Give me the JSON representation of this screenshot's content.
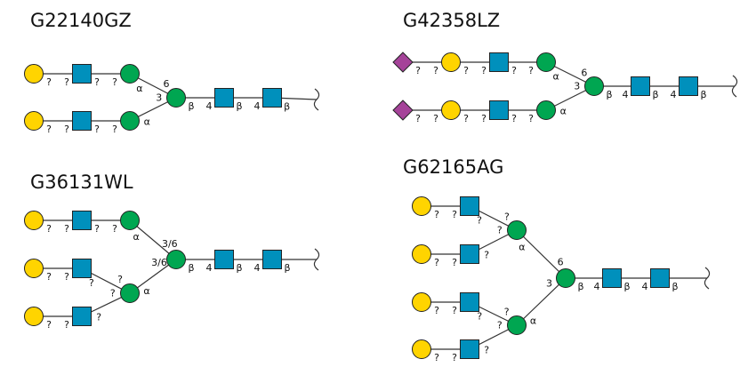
{
  "colors": {
    "galactose": "#FFD400",
    "n_acetylglucosamine": "#0090BC",
    "mannose": "#00A651",
    "sialic_acid": "#A54399"
  },
  "glycans": [
    {
      "id": "G22140GZ",
      "nodes": [
        {
          "k": "a",
          "t": "galactose"
        },
        {
          "k": "b",
          "t": "n_acetylglucosamine"
        },
        {
          "k": "c",
          "t": "mannose"
        },
        {
          "k": "d",
          "t": "galactose"
        },
        {
          "k": "e",
          "t": "n_acetylglucosamine"
        },
        {
          "k": "f",
          "t": "mannose"
        },
        {
          "k": "g",
          "t": "mannose"
        },
        {
          "k": "h",
          "t": "n_acetylglucosamine"
        },
        {
          "k": "i",
          "t": "n_acetylglucosamine"
        }
      ],
      "edges": [
        {
          "from": "a",
          "to": "b",
          "labels": [
            "?",
            "?"
          ]
        },
        {
          "from": "b",
          "to": "c",
          "labels": [
            "?",
            "?"
          ]
        },
        {
          "from": "d",
          "to": "e",
          "labels": [
            "?",
            "?"
          ]
        },
        {
          "from": "e",
          "to": "f",
          "labels": [
            "?",
            "?"
          ]
        },
        {
          "from": "c",
          "to": "g",
          "labels": [
            "α",
            "6"
          ]
        },
        {
          "from": "f",
          "to": "g",
          "labels": [
            "α",
            "3"
          ]
        },
        {
          "from": "g",
          "to": "h",
          "labels": [
            "β",
            "4"
          ]
        },
        {
          "from": "h",
          "to": "i",
          "labels": [
            "β",
            "4"
          ]
        },
        {
          "from": "i",
          "to": "root",
          "labels": [
            "β",
            ""
          ]
        }
      ]
    },
    {
      "id": "G42358LZ",
      "nodes": [
        {
          "k": "a",
          "t": "sialic_acid"
        },
        {
          "k": "b",
          "t": "galactose"
        },
        {
          "k": "c",
          "t": "n_acetylglucosamine"
        },
        {
          "k": "d",
          "t": "mannose"
        },
        {
          "k": "e",
          "t": "sialic_acid"
        },
        {
          "k": "f",
          "t": "galactose"
        },
        {
          "k": "g",
          "t": "n_acetylglucosamine"
        },
        {
          "k": "h",
          "t": "mannose"
        },
        {
          "k": "i",
          "t": "mannose"
        },
        {
          "k": "j",
          "t": "n_acetylglucosamine"
        },
        {
          "k": "l",
          "t": "n_acetylglucosamine"
        }
      ],
      "edges": [
        {
          "from": "a",
          "to": "b",
          "labels": [
            "?",
            "?"
          ]
        },
        {
          "from": "b",
          "to": "c",
          "labels": [
            "?",
            "?"
          ]
        },
        {
          "from": "c",
          "to": "d",
          "labels": [
            "?",
            "?"
          ]
        },
        {
          "from": "e",
          "to": "f",
          "labels": [
            "?",
            "?"
          ]
        },
        {
          "from": "f",
          "to": "g",
          "labels": [
            "?",
            "?"
          ]
        },
        {
          "from": "g",
          "to": "h",
          "labels": [
            "?",
            "?"
          ]
        },
        {
          "from": "d",
          "to": "i",
          "labels": [
            "α",
            "6"
          ]
        },
        {
          "from": "h",
          "to": "i",
          "labels": [
            "α",
            "3"
          ]
        },
        {
          "from": "i",
          "to": "j",
          "labels": [
            "β",
            "4"
          ]
        },
        {
          "from": "j",
          "to": "l",
          "labels": [
            "β",
            "4"
          ]
        },
        {
          "from": "l",
          "to": "root",
          "labels": [
            "β",
            ""
          ]
        }
      ]
    },
    {
      "id": "G36131WL",
      "nodes": [
        {
          "k": "a",
          "t": "galactose"
        },
        {
          "k": "b",
          "t": "n_acetylglucosamine"
        },
        {
          "k": "c",
          "t": "mannose"
        },
        {
          "k": "d",
          "t": "galactose"
        },
        {
          "k": "e",
          "t": "n_acetylglucosamine"
        },
        {
          "k": "f",
          "t": "galactose"
        },
        {
          "k": "g",
          "t": "n_acetylglucosamine"
        },
        {
          "k": "h",
          "t": "mannose"
        },
        {
          "k": "i",
          "t": "mannose"
        },
        {
          "k": "j",
          "t": "n_acetylglucosamine"
        },
        {
          "k": "l",
          "t": "n_acetylglucosamine"
        }
      ],
      "edges": [
        {
          "from": "a",
          "to": "b",
          "labels": [
            "?",
            "?"
          ]
        },
        {
          "from": "b",
          "to": "c",
          "labels": [
            "?",
            "?"
          ]
        },
        {
          "from": "d",
          "to": "e",
          "labels": [
            "?",
            "?"
          ]
        },
        {
          "from": "e",
          "to": "h",
          "labels": [
            "?",
            "?"
          ]
        },
        {
          "from": "f",
          "to": "g",
          "labels": [
            "?",
            "?"
          ]
        },
        {
          "from": "g",
          "to": "h",
          "labels": [
            "?",
            "?"
          ]
        },
        {
          "from": "c",
          "to": "i",
          "labels": [
            "α",
            "3/6"
          ]
        },
        {
          "from": "h",
          "to": "i",
          "labels": [
            "α",
            "3/6"
          ]
        },
        {
          "from": "i",
          "to": "j",
          "labels": [
            "β",
            "4"
          ]
        },
        {
          "from": "j",
          "to": "l",
          "labels": [
            "β",
            "4"
          ]
        },
        {
          "from": "l",
          "to": "root",
          "labels": [
            "β",
            ""
          ]
        }
      ]
    },
    {
      "id": "G62165AG",
      "nodes": [
        {
          "k": "a",
          "t": "galactose"
        },
        {
          "k": "b",
          "t": "n_acetylglucosamine"
        },
        {
          "k": "c",
          "t": "galactose"
        },
        {
          "k": "d",
          "t": "n_acetylglucosamine"
        },
        {
          "k": "e",
          "t": "mannose"
        },
        {
          "k": "f",
          "t": "galactose"
        },
        {
          "k": "g",
          "t": "n_acetylglucosamine"
        },
        {
          "k": "h",
          "t": "galactose"
        },
        {
          "k": "i",
          "t": "n_acetylglucosamine"
        },
        {
          "k": "j",
          "t": "mannose"
        },
        {
          "k": "l",
          "t": "mannose"
        },
        {
          "k": "m",
          "t": "n_acetylglucosamine"
        },
        {
          "k": "n",
          "t": "n_acetylglucosamine"
        }
      ],
      "edges": [
        {
          "from": "a",
          "to": "b",
          "labels": [
            "?",
            "?"
          ]
        },
        {
          "from": "b",
          "to": "e",
          "labels": [
            "?",
            "?"
          ]
        },
        {
          "from": "c",
          "to": "d",
          "labels": [
            "?",
            "?"
          ]
        },
        {
          "from": "d",
          "to": "e",
          "labels": [
            "?",
            "?"
          ]
        },
        {
          "from": "f",
          "to": "g",
          "labels": [
            "?",
            "?"
          ]
        },
        {
          "from": "g",
          "to": "j",
          "labels": [
            "?",
            "?"
          ]
        },
        {
          "from": "h",
          "to": "i",
          "labels": [
            "?",
            "?"
          ]
        },
        {
          "from": "i",
          "to": "j",
          "labels": [
            "?",
            "?"
          ]
        },
        {
          "from": "e",
          "to": "l",
          "labels": [
            "α",
            "6"
          ]
        },
        {
          "from": "j",
          "to": "l",
          "labels": [
            "α",
            "3"
          ]
        },
        {
          "from": "l",
          "to": "m",
          "labels": [
            "β",
            "4"
          ]
        },
        {
          "from": "m",
          "to": "n",
          "labels": [
            "β",
            "4"
          ]
        },
        {
          "from": "n",
          "to": "root",
          "labels": [
            "β",
            ""
          ]
        }
      ]
    }
  ]
}
